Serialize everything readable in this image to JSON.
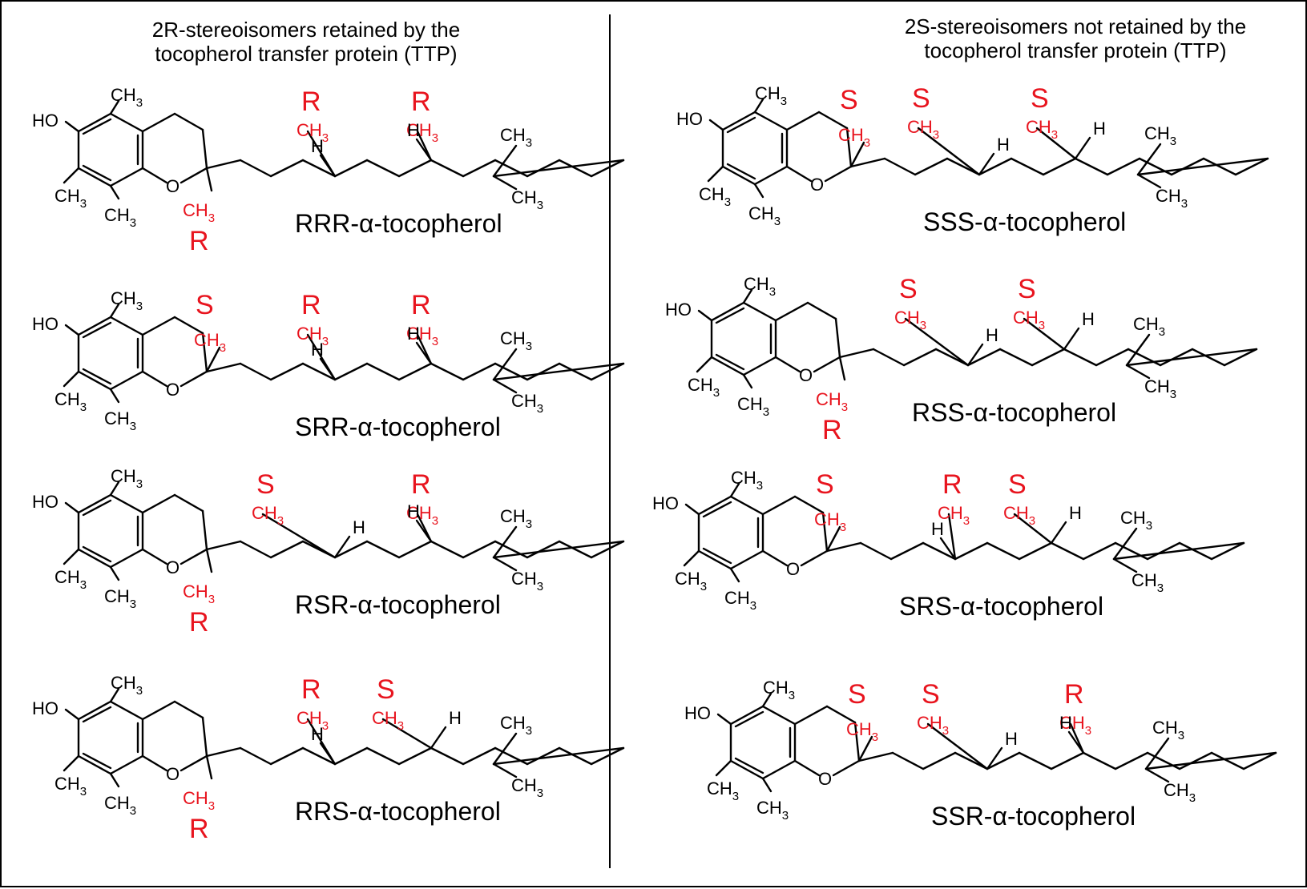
{
  "headings": {
    "left": [
      "2R-stereoisomers retained by the",
      "tocopherol transfer protein (TTP)"
    ],
    "right": [
      "2S-stereoisomers not retained by the",
      "tocopherol transfer protein (TTP)"
    ]
  },
  "atoms": {
    "ho": "HO",
    "o": "O",
    "h": "H",
    "c": "CH",
    "sub": "3"
  },
  "colors": {
    "label": "#e8141e",
    "ink": "#000000"
  },
  "molecules": [
    {
      "name": "RRR-α-tocopherol",
      "c2": "R",
      "c4": "R",
      "c8": "R"
    },
    {
      "name": "SRR-α-tocopherol",
      "c2": "S",
      "c4": "R",
      "c8": "R"
    },
    {
      "name": "RSR-α-tocopherol",
      "c2": "R",
      "c4": "S",
      "c8": "R"
    },
    {
      "name": "RRS-α-tocopherol",
      "c2": "R",
      "c4": "R",
      "c8": "S"
    },
    {
      "name": "SSS-α-tocopherol",
      "c2": "S",
      "c4": "S",
      "c8": "S"
    },
    {
      "name": "RSS-α-tocopherol",
      "c2": "R",
      "c4": "S",
      "c8": "S"
    },
    {
      "name": "SRS-α-tocopherol",
      "c2": "S",
      "c4": "R",
      "c8": "S"
    },
    {
      "name": "SSR-α-tocopherol",
      "c2": "S",
      "c4": "S",
      "c8": "R"
    }
  ]
}
